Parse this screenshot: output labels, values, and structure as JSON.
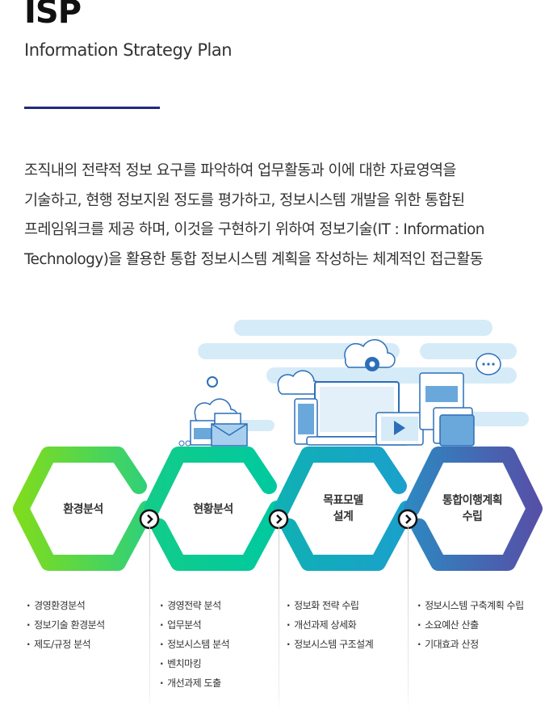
{
  "header": {
    "title": "ISP",
    "subtitle": "Information Strategy Plan"
  },
  "description": {
    "lines": [
      "조직내의 전략적 정보 요구를 파악하여 업무활동과 이에 대한 자료영역을",
      "기술하고, 현행 정보지원 정도를 평가하고, 정보시스템 개발을 위한 통합된",
      "프레임워크를 제공 하며, 이것을 구현하기 위하여 정보기술(IT : Information",
      "Technology)을 활용한 통합 정보시스템 계획을 작성하는 체계적인 접근활동"
    ]
  },
  "colors": {
    "accent_bar": "#1f2a7a",
    "hex1": [
      "#7ddc1f",
      "#2fd07a"
    ],
    "hex2": [
      "#12cc8a",
      "#00c9a0"
    ],
    "hex3": [
      "#10b0b5",
      "#1aa0cc"
    ],
    "hex4": [
      "#2f86c0",
      "#5551a8"
    ]
  },
  "steps": [
    {
      "label_lines": [
        "환경분석"
      ],
      "items": [
        "경영환경분석",
        "정보기술 환경분석",
        "제도/규정 분석"
      ]
    },
    {
      "label_lines": [
        "현황분석"
      ],
      "items": [
        "경영전략 분석",
        "업무분석",
        "정보시스템 분석",
        "벤치마킹",
        "개선과제 도출"
      ]
    },
    {
      "label_lines": [
        "목표모델",
        "설계"
      ],
      "items": [
        "정보화  전략 수립",
        "개선과제 상세화",
        "정보시스템 구조설계"
      ]
    },
    {
      "label_lines": [
        "통합이행계획",
        "수립"
      ],
      "items": [
        "정보시스템  구축계획  수립",
        "소요예산 산출",
        "기대효과 산정"
      ]
    }
  ],
  "icons": [
    "chevron-right-icon",
    "cloud-icon",
    "gear-icon",
    "laptop-icon",
    "mail-icon",
    "video-icon",
    "chat-bubble-icon",
    "document-icon"
  ]
}
